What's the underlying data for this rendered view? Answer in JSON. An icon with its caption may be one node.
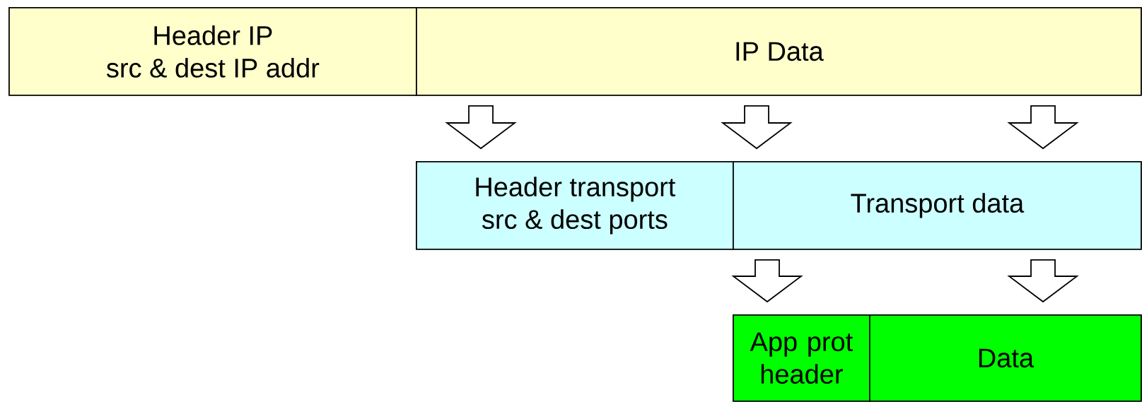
{
  "diagram": {
    "nodes": [
      {
        "text": [
          "Header IP",
          "src & dest IP addr"
        ]
      },
      {
        "text": [
          "IP Data"
        ]
      },
      {
        "text": [
          "Header transport",
          "src & dest ports"
        ]
      },
      {
        "text": [
          "Transport data"
        ]
      },
      {
        "text": [
          "App prot header"
        ]
      },
      {
        "text": [
          "Data"
        ]
      }
    ],
    "edges": [
      {
        "from": 1,
        "to": 2,
        "arrow": "to"
      },
      {
        "from": 1,
        "to": 3,
        "arrow": "to"
      },
      {
        "from": 1,
        "to": 3,
        "arrow": "to"
      },
      {
        "from": 3,
        "to": 4,
        "arrow": "to"
      },
      {
        "from": 3,
        "to": 5,
        "arrow": "to"
      }
    ]
  }
}
